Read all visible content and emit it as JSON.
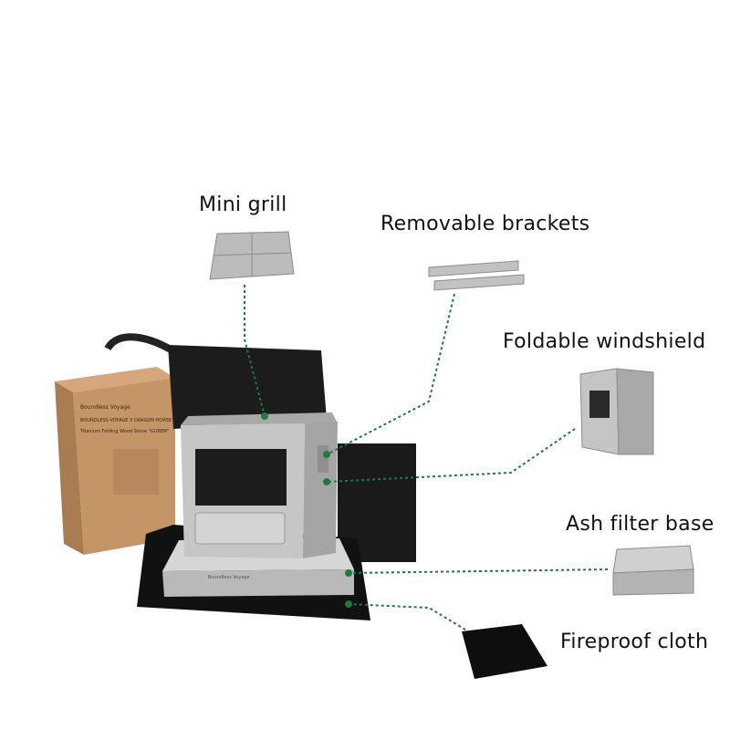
{
  "callouts": {
    "mini_grill": "Mini grill",
    "removable_brackets": "Removable brackets",
    "foldable_windshield": "Foldable windshield",
    "ash_filter_base": "Ash filter base",
    "fireproof_cloth": "Fireproof cloth"
  },
  "box": {
    "brand": "Boundless Voyage",
    "collab": "BOUNDLESS VOYAGE X DRAGON HORSE",
    "product": "Titanium Folding Wood Stove \"GUREN\""
  },
  "stove_brand": "Boundless Voyage",
  "colors": {
    "leader_line": "#1f7a3c",
    "titanium": "#bdbdbd",
    "bag": "#1a1a1a",
    "box_kraft": "#c49567"
  }
}
